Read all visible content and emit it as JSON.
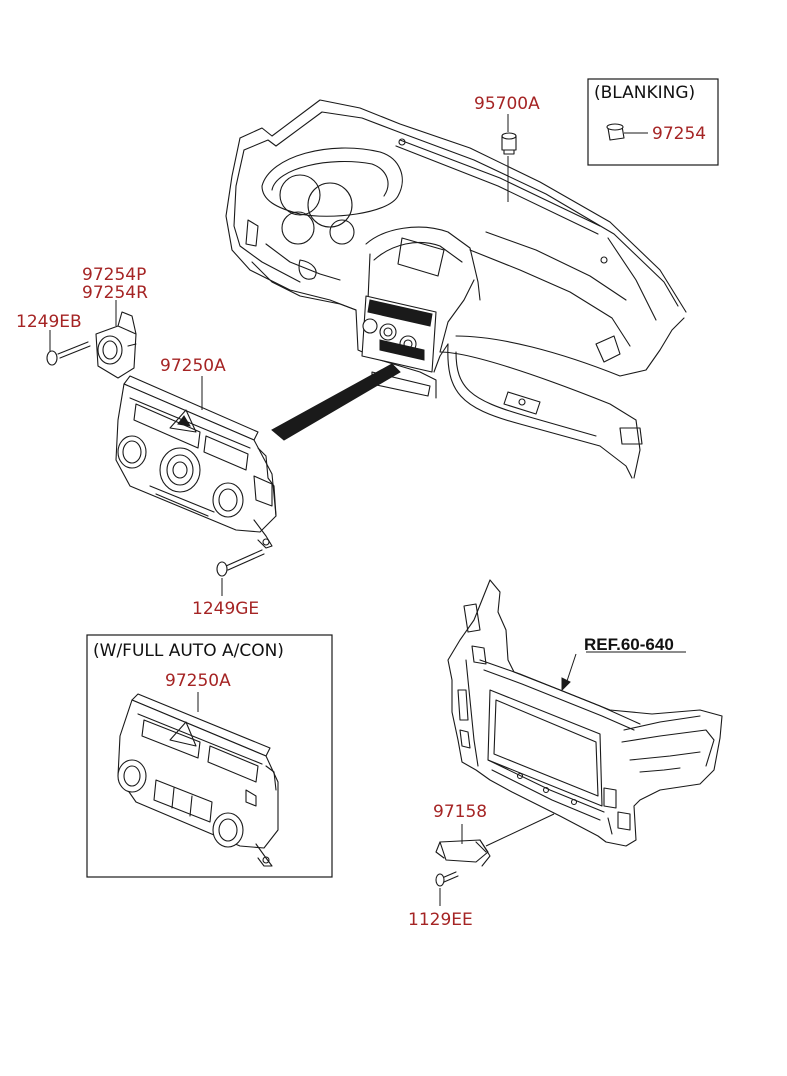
{
  "diagram": {
    "labels": {
      "p95700A": "95700A",
      "p97254_blank": "97254",
      "p97254P": "97254P",
      "p97254R": "97254R",
      "p1249EB": "1249EB",
      "p97250A_main": "97250A",
      "p1249GE": "1249GE",
      "p97250A_auto": "97250A",
      "p97158": "97158",
      "p1129EE": "1129EE"
    },
    "boxes": {
      "blanking_title": "(BLANKING)",
      "full_auto_title": "(W/FULL AUTO A/CON)"
    },
    "reference": {
      "text": "REF.60-640"
    },
    "colors": {
      "label": "#a52424",
      "line": "#1a1a1a",
      "background": "#ffffff"
    }
  }
}
